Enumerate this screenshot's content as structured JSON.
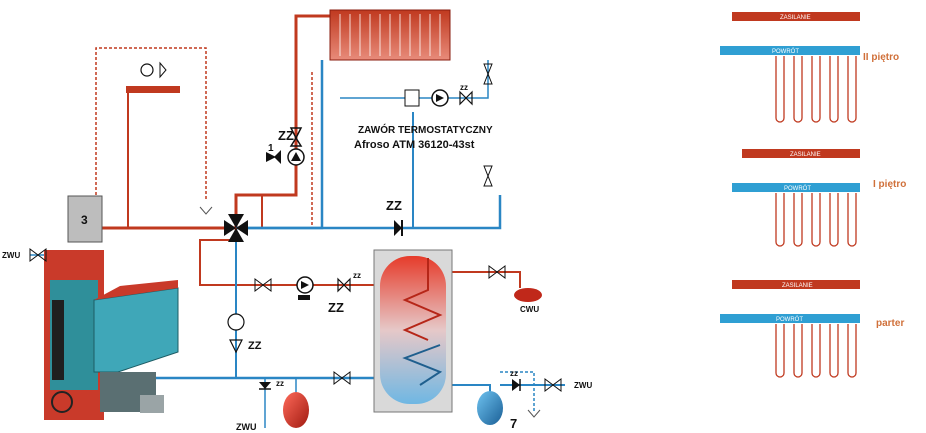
{
  "labels": {
    "valve_title": "ZAWÓR TERMOSTATYCZNY",
    "valve_model": "Afroso ATM 36120-43st",
    "zz": "ZZ",
    "zz_small": "zz",
    "zwu": "ZWU",
    "cwu": "CWU",
    "boiler_num": "3",
    "pump_num": "1",
    "tank_num": "7"
  },
  "manifolds": [
    {
      "floor": "II piętro",
      "supply": "ZASILANIE",
      "return": "POWRÓT"
    },
    {
      "floor": "I piętro",
      "supply": "ZASILANIE",
      "return": "POWRÓT"
    },
    {
      "floor": "parter",
      "supply": "ZASILANIE",
      "return": "POWRÓT"
    }
  ],
  "colors": {
    "hot": "#c0391f",
    "cold": "#2a86c4",
    "manifold_red": "#c0391f",
    "manifold_blue": "#2f9fd3",
    "floor_label": "#d0703a",
    "tank": "#d9d9d9",
    "boiler_body": "#2f8f9a",
    "boiler_red": "#c93a2a"
  }
}
